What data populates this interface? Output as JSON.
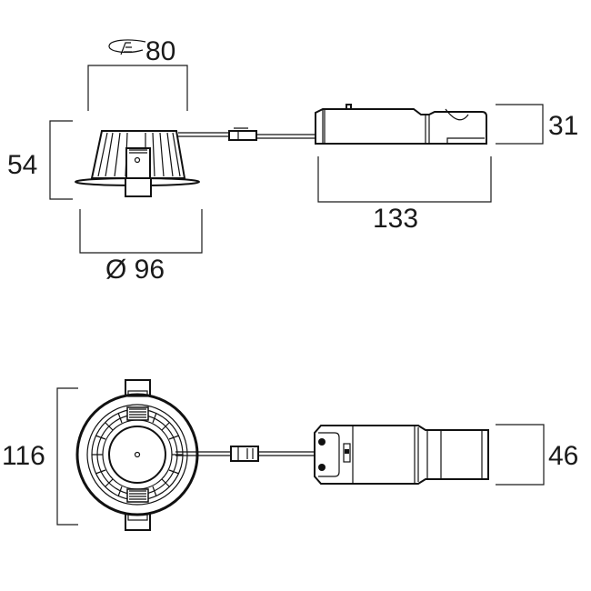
{
  "side_view": {
    "cutout_icon": "ceiling-cutout-icon",
    "cutout_dimension": "80",
    "height_dimension": "54",
    "diameter_dimension": "Ø 96",
    "driver_length_dimension": "133",
    "driver_height_dimension": "31"
  },
  "top_view": {
    "outer_height_dimension": "116",
    "driver_width_dimension": "46"
  },
  "colors": {
    "line": "#1a1a1a",
    "background": "#ffffff"
  }
}
